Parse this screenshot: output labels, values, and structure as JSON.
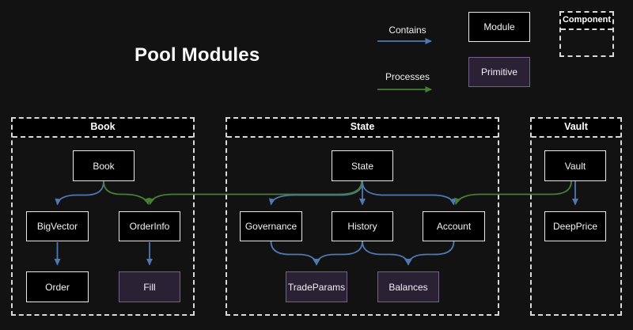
{
  "title": "Pool Modules",
  "colors": {
    "background": "#121212",
    "contains_blue": "#4d79b4",
    "processes_green": "#468033",
    "module_fill": "#000000",
    "module_border": "#e9e9e9",
    "primitive_fill": "#2a2135",
    "primitive_border": "#75608a",
    "container_border": "#d9d9d9"
  },
  "legend": {
    "contains": "Contains",
    "processes": "Processes",
    "module": "Module",
    "primitive": "Primitive",
    "component": "Component"
  },
  "containers": [
    {
      "label": "Book",
      "nodes": [
        {
          "label": "Book",
          "type": "module"
        },
        {
          "label": "BigVector",
          "type": "module"
        },
        {
          "label": "OrderInfo",
          "type": "module"
        },
        {
          "label": "Order",
          "type": "module"
        },
        {
          "label": "Fill",
          "type": "primitive"
        }
      ]
    },
    {
      "label": "State",
      "nodes": [
        {
          "label": "State",
          "type": "module"
        },
        {
          "label": "Governance",
          "type": "module"
        },
        {
          "label": "History",
          "type": "module"
        },
        {
          "label": "Account",
          "type": "module"
        },
        {
          "label": "TradeParams",
          "type": "primitive"
        },
        {
          "label": "Balances",
          "type": "primitive"
        }
      ]
    },
    {
      "label": "Vault",
      "nodes": [
        {
          "label": "Vault",
          "type": "module"
        },
        {
          "label": "DeepPrice",
          "type": "module"
        }
      ]
    }
  ],
  "edges": {
    "contains": [
      [
        "Book",
        "BigVector"
      ],
      [
        "BigVector",
        "Order"
      ],
      [
        "OrderInfo",
        "Fill"
      ],
      [
        "State",
        "Governance"
      ],
      [
        "State",
        "History"
      ],
      [
        "State",
        "Account"
      ],
      [
        "Governance",
        "TradeParams"
      ],
      [
        "History",
        "TradeParams"
      ],
      [
        "History",
        "Balances"
      ],
      [
        "Account",
        "Balances"
      ],
      [
        "Vault",
        "DeepPrice"
      ]
    ],
    "processes": [
      [
        "Book",
        "OrderInfo"
      ],
      [
        "State",
        "OrderInfo"
      ],
      [
        "Vault",
        "Account"
      ]
    ]
  }
}
